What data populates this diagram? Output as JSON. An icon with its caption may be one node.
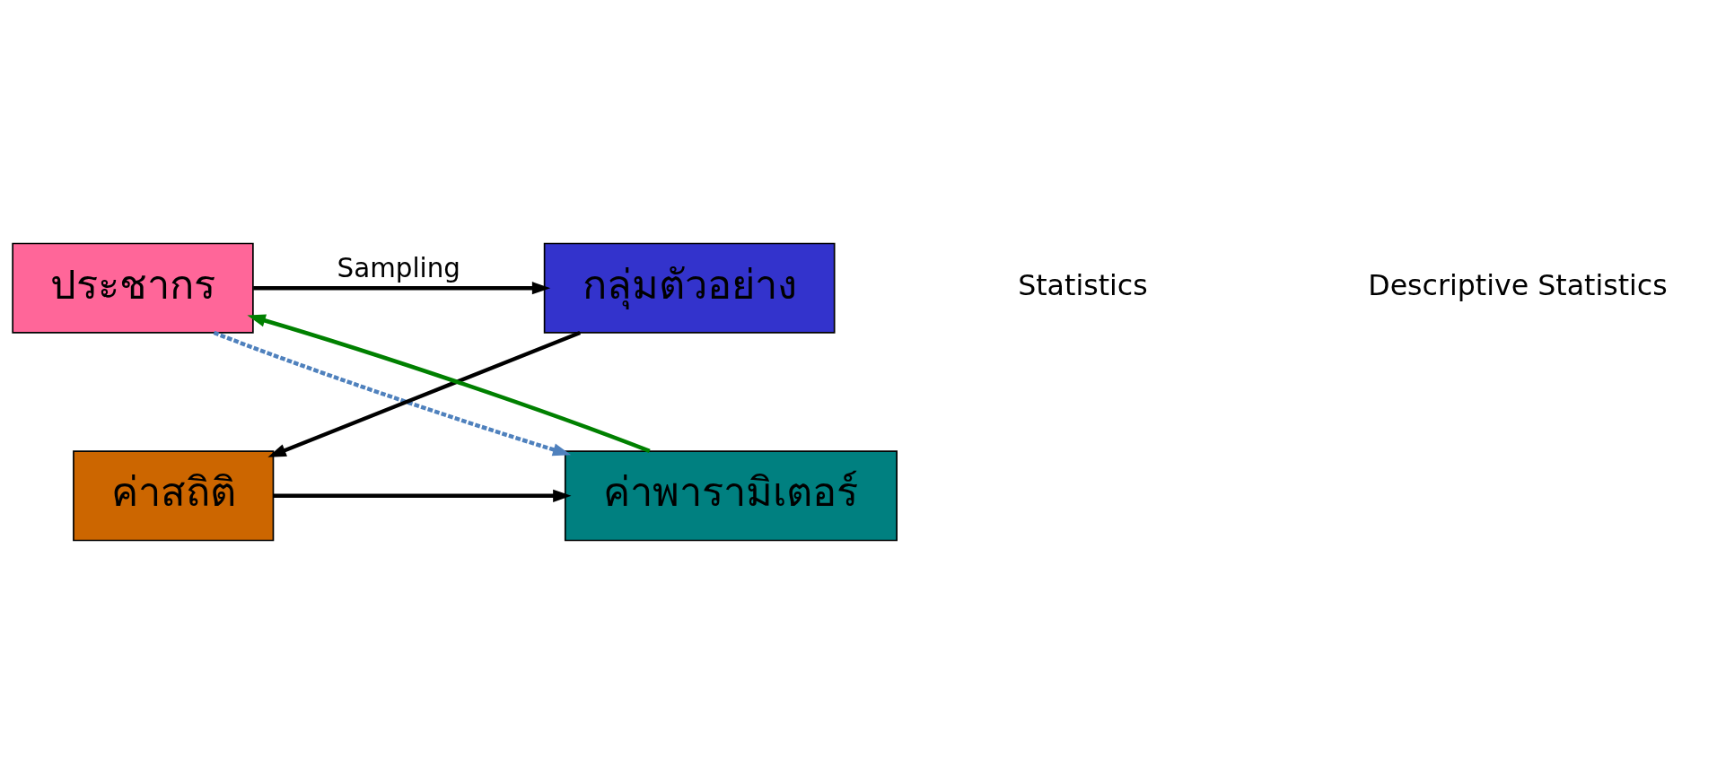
{
  "diagram": {
    "nodes": [
      {
        "text": [
          "ประชากร"
        ]
      },
      {
        "text": [
          "กลุ่มตัวอย่าง"
        ]
      },
      {
        "text": [
          "ค่าสถิติ"
        ]
      },
      {
        "text": [
          "ค่าพารามิเตอร์"
        ]
      }
    ],
    "edges": [
      {
        "from": 0,
        "to": 1,
        "arrow": "to",
        "label": "Sampling"
      },
      {
        "from": 1,
        "to": 2,
        "arrow": "to"
      },
      {
        "from": 2,
        "to": 3,
        "arrow": "to"
      },
      {
        "from": 3,
        "to": 0,
        "arrow": "to",
        "color": "#008000"
      },
      {
        "from": 0,
        "to": 3,
        "arrow": "to",
        "style": "dashed",
        "color": "#4f81bd"
      }
    ],
    "labels": [
      "Statistics",
      "Descriptive Statistics"
    ]
  }
}
